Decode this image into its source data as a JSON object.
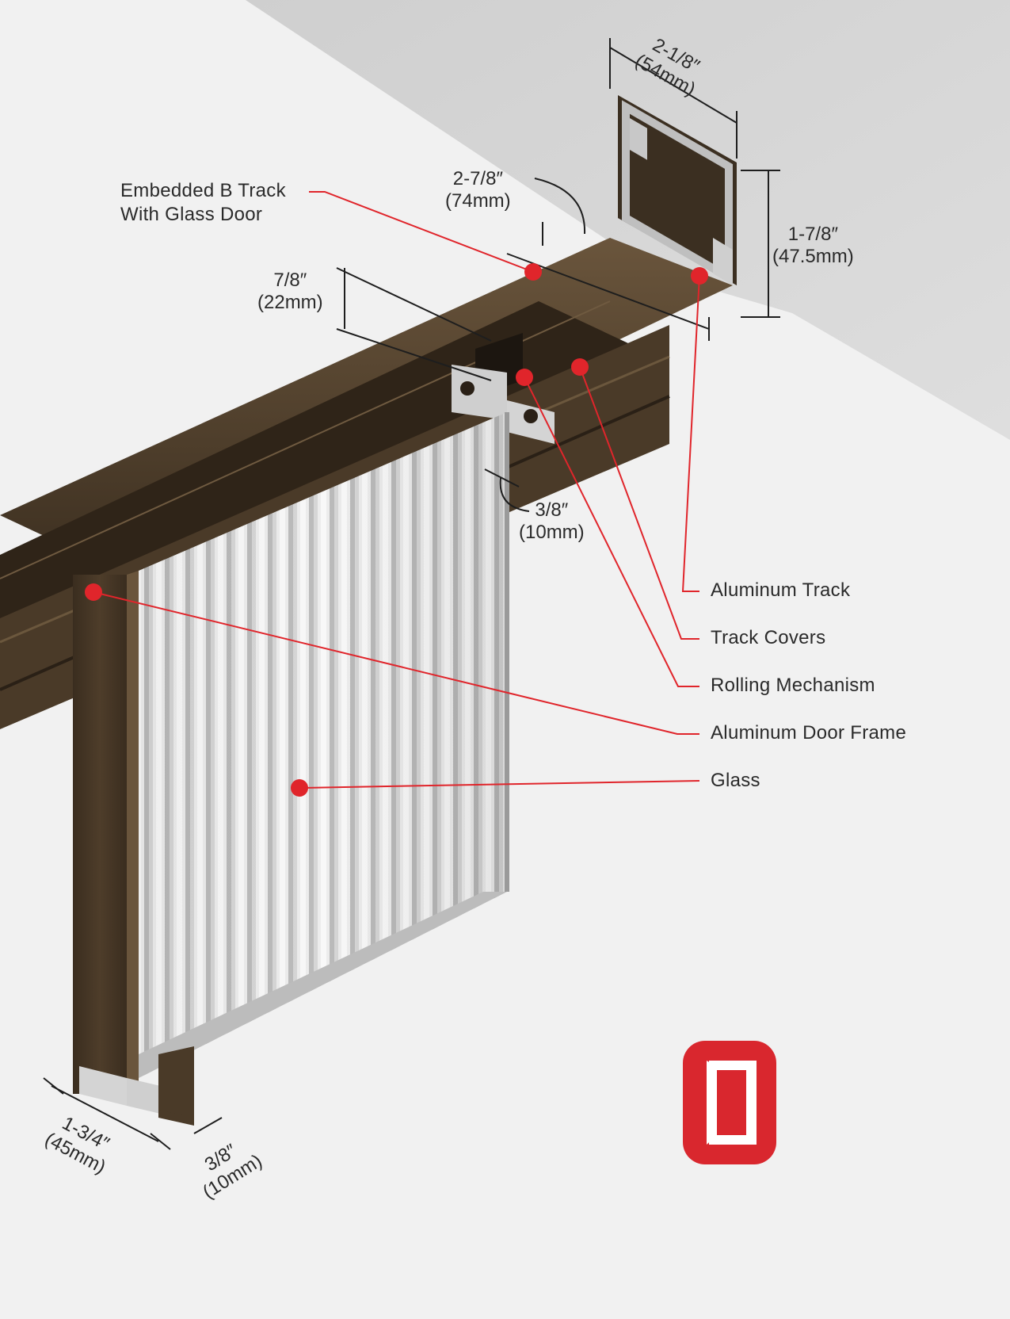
{
  "callouts": {
    "embedded_track": [
      "Embedded B Track",
      "With Glass Door"
    ],
    "aluminum_track": "Aluminum Track",
    "track_covers": "Track Covers",
    "rolling_mechanism": "Rolling Mechanism",
    "aluminum_door_frame": "Aluminum Door Frame",
    "glass": "Glass"
  },
  "dimensions": {
    "top_width": [
      "2-1/8″",
      "(54mm)"
    ],
    "right_height": [
      "1-7/8″",
      "(47.5mm)"
    ],
    "track_depth": [
      "2-7/8″",
      "(74mm)"
    ],
    "cover_height": [
      "7/8″",
      "(22mm)"
    ],
    "glass_thickness": [
      "3/8″",
      "(10mm)"
    ],
    "frame_width": [
      "1-3/4″",
      "(45mm)"
    ],
    "bottom_gap": [
      "3/8″",
      "(10mm)"
    ]
  },
  "colors": {
    "bronze": "#4a3a28",
    "bronze_dark": "#2e2418",
    "callout_red": "#e0252b",
    "logo_red": "#d9272e"
  },
  "icons": {
    "logo": "door-logo-icon"
  }
}
